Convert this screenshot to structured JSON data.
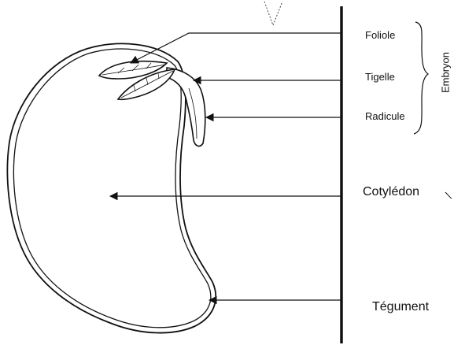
{
  "labels": {
    "foliole": "Foliole",
    "tigelle": "Tigelle",
    "radicule": "Radicule",
    "embryon": "Embryon",
    "cotyledon": "Cotylédon",
    "tegument": "Tégument"
  },
  "colors": {
    "ink": "#111111",
    "background": "#ffffff"
  }
}
